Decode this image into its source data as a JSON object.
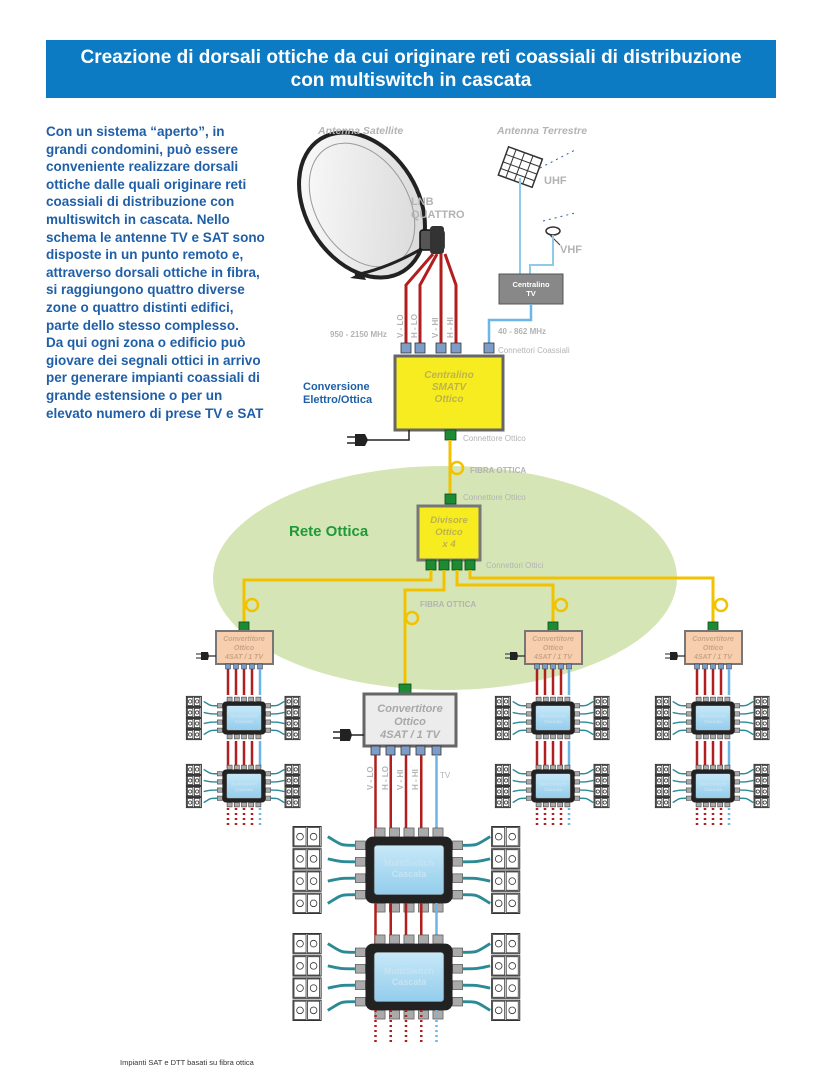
{
  "header": {
    "line1": "Creazione di dorsali ottiche da cui originare reti coassiali di distribuzione",
    "line2": "con multiswitch in cascata"
  },
  "intro_lines": [
    "Con un sistema “aperto”, in",
    "grandi condomini, può essere",
    "conveniente realizzare dorsali",
    "ottiche dalle quali originare reti",
    "coassiali di distribuzione con",
    "multiswitch  in cascata. Nello",
    "schema le antenne TV e SAT sono",
    "disposte in un punto remoto e,",
    "attraverso dorsali ottiche in fibra,",
    "si raggiungono quattro diverse",
    "zone o quattro distinti edifici,",
    "parte dello stesso complesso.",
    "Da qui ogni zona o edificio può",
    "giovare dei segnali ottici in arrivo",
    "per generare impianti coassiali di",
    "grande estensione o per un",
    "elevato numero di prese TV e SAT"
  ],
  "diagram": {
    "antenna_satellite": "Antenna Satellite",
    "antenna_terrestre": "Antenna Terrestre",
    "lnb_line1": "LNB",
    "lnb_line2": "QUATTRO",
    "uhf": "UHF",
    "vhf": "VHF",
    "centralino_tv_line1": "Centralino",
    "centralino_tv_line2": "TV",
    "sat_freq": "950 - 2150 MHz",
    "terr_freq": "40 - 862 MHz",
    "connettori_coassiali": "Connettori Coassiali",
    "sat_pol_labels": [
      "V - LO",
      "H - LO",
      "V - HI",
      "H - HI"
    ],
    "conversione_line1": "Conversione",
    "conversione_line2": "Elettro/Ottica",
    "smatv_line1": "Centralino",
    "smatv_line2": "SMATV",
    "smatv_line3": "Ottico",
    "connettore_ottico": "Connettore Ottico",
    "fibra_ottica": "FIBRA OTTICA",
    "connettore_ottico_2": "Connettore Ottico",
    "rete_ottica": "Rete Ottica",
    "divisore_line1": "Divisore",
    "divisore_line2": "Ottico",
    "divisore_line3": "x 4",
    "connettori_ottici": "Connettori Ottici",
    "fibra_ottica_2": "FIBRA OTTICA",
    "conv_small_line1": "Convertitore",
    "conv_small_line2": "Ottico",
    "conv_small_line3": "4SAT / 1 TV",
    "conv_big_line1": "Convertitore",
    "conv_big_line2": "Ottico",
    "conv_big_line3": "4SAT / 1 TV",
    "out_labels": [
      "V - LO",
      "H - LO",
      "V - HI",
      "H - HI"
    ],
    "tv_label": "TV",
    "ms_line1": "MultiSwitch",
    "ms_line2": "Cascata"
  },
  "footer": "Impianti SAT e DTT basati su fibra ottica",
  "colors": {
    "header_bg": "#0d7bc4",
    "intro_text": "#1f5fa8",
    "optical_fiber": "#f2c200",
    "coax_sat": "#b01e1e",
    "coax_tv": "#6bb6e6",
    "multiswitch_fill": "#a9d8f2",
    "converter_fill": "#f7cfae",
    "central_fill": "#f7ec1f",
    "optical_net_fill": "#d5e5b5",
    "rete_ottica_text": "#1e9a3a",
    "label_grey": "#b3b3b3"
  }
}
